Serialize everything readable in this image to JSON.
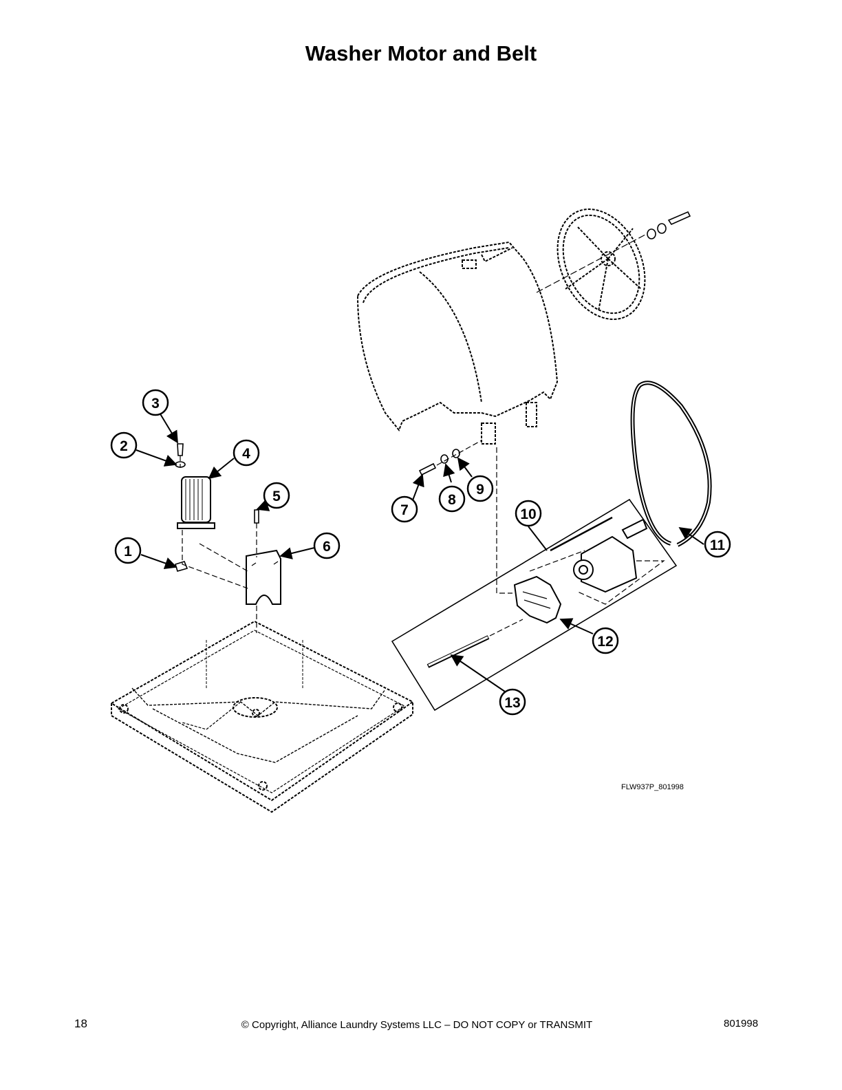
{
  "page": {
    "title": "Washer Motor and Belt",
    "figure_code": "FLW937P_801998",
    "page_number": "18",
    "copyright": "© Copyright, Alliance Laundry Systems LLC – DO NOT COPY or TRANSMIT",
    "document_number": "801998"
  },
  "callouts": [
    "1",
    "2",
    "3",
    "4",
    "5",
    "6",
    "7",
    "8",
    "9",
    "10",
    "11",
    "12",
    "13"
  ]
}
